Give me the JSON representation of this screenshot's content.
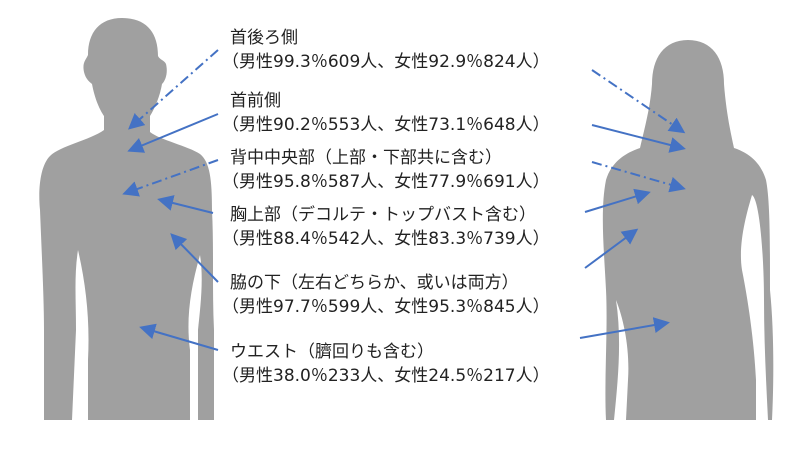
{
  "colors": {
    "silhouette": "#a0a0a0",
    "arrow": "#4472C4"
  },
  "regions": [
    {
      "title": "首後ろ側",
      "stats": "（男性99.3％609人、女性92.9％824人）",
      "line_style": "dash-dot"
    },
    {
      "title": "首前側",
      "stats": "（男性90.2％553人、女性73.1％648人）",
      "line_style": "solid"
    },
    {
      "title": "背中中央部（上部・下部共に含む）",
      "stats": "（男性95.8％587人、女性77.9％691人）",
      "line_style": "dash-dot"
    },
    {
      "title": "胸上部（デコルテ・トップバスト含む）",
      "stats": "（男性88.4％542人、女性83.3％739人）",
      "line_style": "solid"
    },
    {
      "title": "脇の下（左右どちらか、或いは両方）",
      "stats": "（男性97.7％599人、女性95.3％845人）",
      "line_style": "solid"
    },
    {
      "title": "ウエスト（臍回りも含む）",
      "stats": "（男性38.0％233人、女性24.5％217人）",
      "line_style": "solid"
    }
  ]
}
